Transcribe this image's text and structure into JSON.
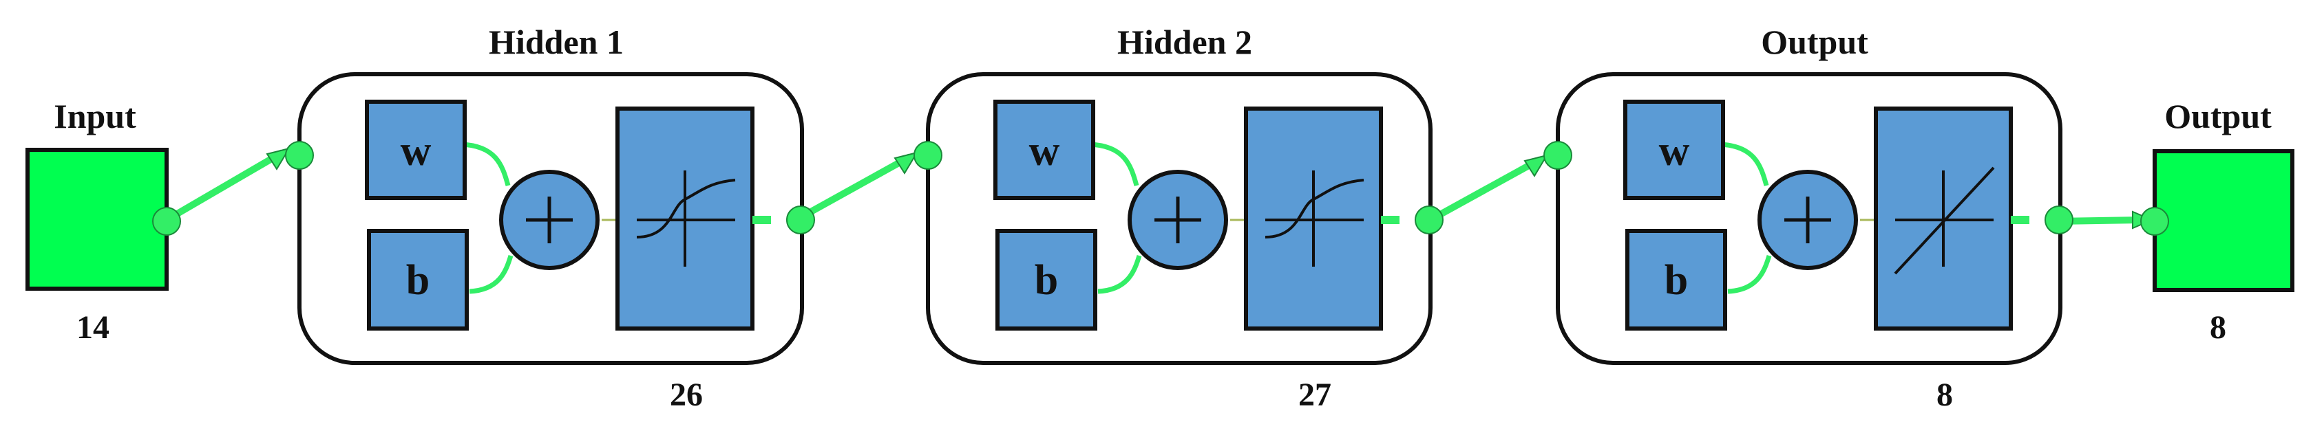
{
  "input": {
    "label": "Input",
    "size": "14"
  },
  "layers": [
    {
      "title": "Hidden 1",
      "size": "26",
      "weight_label": "w",
      "bias_label": "b",
      "transfer": "sigmoid"
    },
    {
      "title": "Hidden 2",
      "size": "27",
      "weight_label": "w",
      "bias_label": "b",
      "transfer": "sigmoid"
    },
    {
      "title": "Output",
      "size": "8",
      "weight_label": "w",
      "bias_label": "b",
      "transfer": "linear"
    }
  ],
  "output": {
    "label": "Output",
    "size": "8"
  },
  "colors": {
    "io_fill": "#00ff50",
    "block_fill": "#5b9bd5",
    "connector": "#33ee66",
    "connector_node": "#33ee66",
    "outline": "#111111"
  }
}
